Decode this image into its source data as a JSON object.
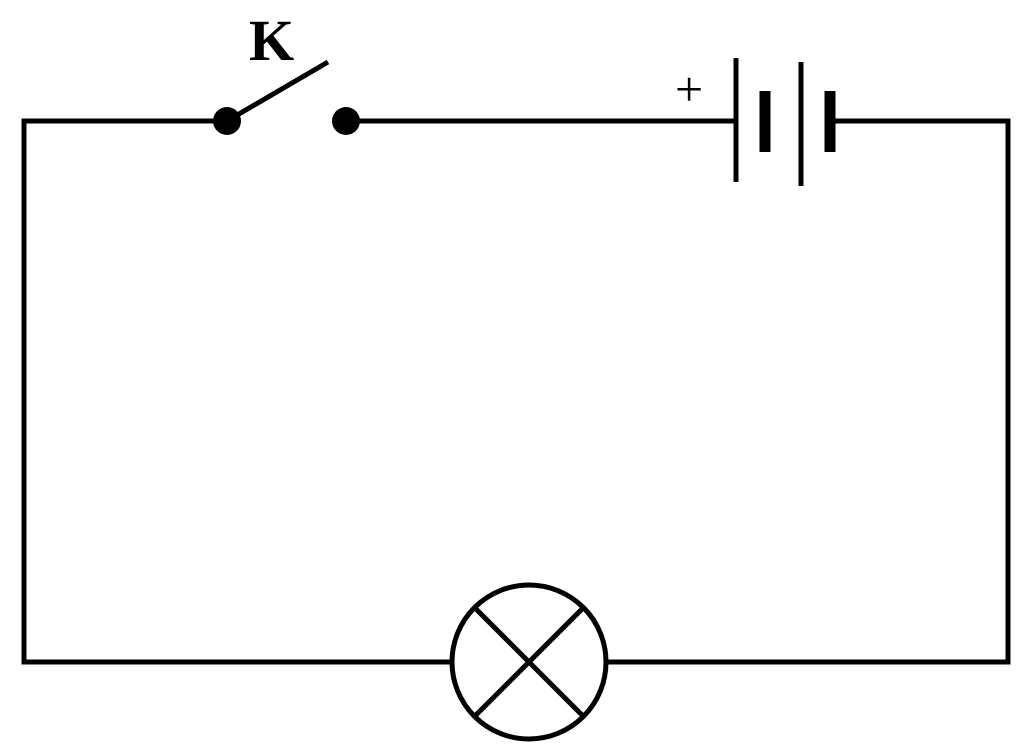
{
  "diagram": {
    "switch_label": "K",
    "battery_positive_label": "+",
    "components": {
      "switch": {
        "state": "open"
      },
      "battery": {
        "cells": 2
      },
      "lamp": {
        "symbol": "circle-with-cross"
      }
    },
    "colors": {
      "line": "#000000",
      "background": "#ffffff"
    }
  }
}
